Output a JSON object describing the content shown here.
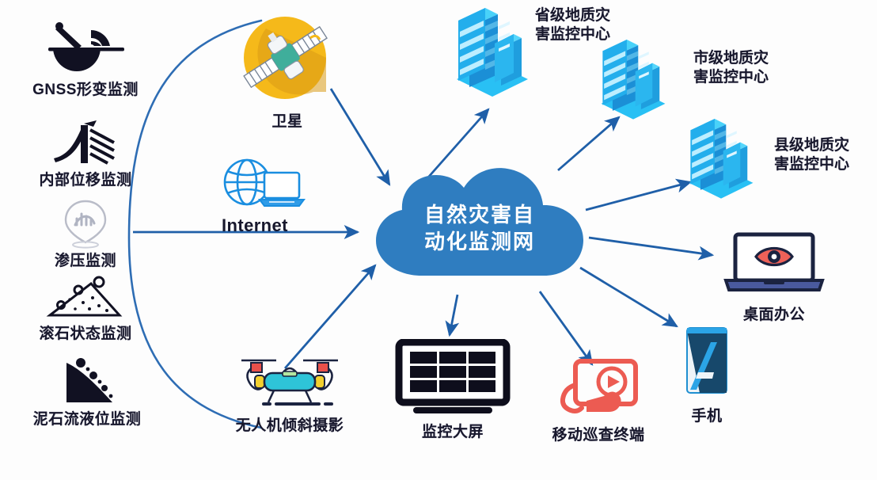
{
  "diagram": {
    "title": "自然灾害自动化监测网",
    "center": {
      "name": "center-cloud",
      "line1": "自然灾害自",
      "line2": "动化监测网",
      "color": "#2f7dc0"
    },
    "palette": {
      "arrow": "#1f5fa8",
      "arc": "#2e6db4",
      "cloud": "#2f7dc0",
      "building_light": "#29c0f4",
      "building_mid": "#1aa7e8",
      "building_dark": "#1b8fd6",
      "satellite_circle": "#f5b91a",
      "satellite_shadow": "#d99a16",
      "red_accent": "#ec5b52",
      "text": "#17172c",
      "drone_body": "#2ec4d8",
      "drone_accent": "#f3d02e"
    },
    "sensors": [
      {
        "id": "gnss",
        "icon": "satellite-dish-icon",
        "label": "GNSS形变监测"
      },
      {
        "id": "internal",
        "icon": "slope-gauge-icon",
        "label": "内部位移监测"
      },
      {
        "id": "seepage",
        "icon": "pressure-pin-icon",
        "label": "渗压监测"
      },
      {
        "id": "rockfall",
        "icon": "rockfall-slope-icon",
        "label": "滚石状态监测"
      },
      {
        "id": "debris",
        "icon": "debris-flow-icon",
        "label": "泥石流液位监测"
      }
    ],
    "sources": [
      {
        "id": "satellite",
        "icon": "satellite-icon",
        "label": "卫星"
      },
      {
        "id": "internet",
        "icon": "globe-laptop-icon",
        "label": "Internet"
      },
      {
        "id": "drone",
        "icon": "drone-icon",
        "label": "无人机倾斜摄影"
      }
    ],
    "centers": [
      {
        "id": "province",
        "icon": "office-building-icon",
        "label": "省级地质灾\n害监控中心"
      },
      {
        "id": "city",
        "icon": "office-building-icon",
        "label": "市级地质灾\n害监控中心"
      },
      {
        "id": "county",
        "icon": "office-building-icon",
        "label": "县级地质灾\n害监控中心"
      }
    ],
    "terminals": [
      {
        "id": "bigscreen",
        "icon": "video-wall-icon",
        "label": "监控大屏"
      },
      {
        "id": "patrol",
        "icon": "tablet-play-icon",
        "label": "移动巡查终端"
      },
      {
        "id": "desktop",
        "icon": "laptop-eye-icon",
        "label": "桌面办公"
      },
      {
        "id": "mobile",
        "icon": "smartphone-icon",
        "label": "手机"
      }
    ]
  }
}
